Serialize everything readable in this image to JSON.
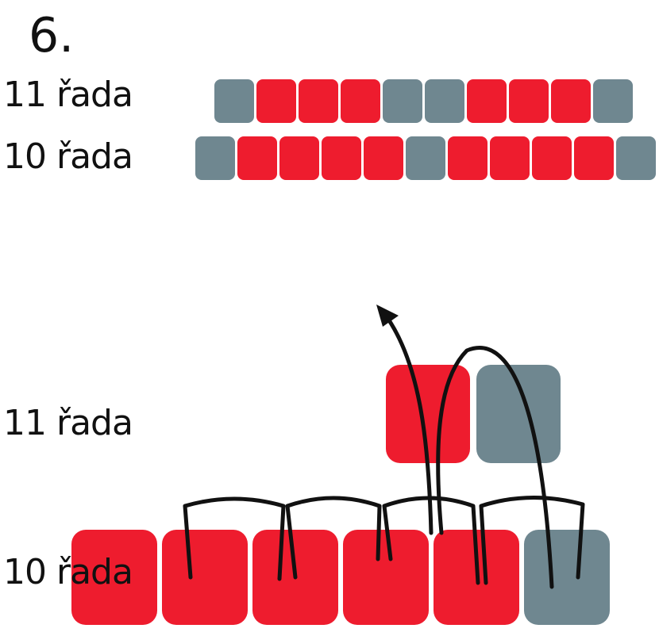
{
  "step": "6.",
  "rows": {
    "row11_label": "11 řada",
    "row10_label": "10 řada"
  },
  "colors": {
    "red": "#ee1c2e",
    "gray": "#6f8790",
    "thread": "#111111"
  },
  "pattern": {
    "row11": [
      "gray",
      "red",
      "red",
      "red",
      "gray",
      "gray",
      "red",
      "red",
      "red",
      "gray"
    ],
    "row10": [
      "gray",
      "red",
      "red",
      "red",
      "red",
      "gray",
      "red",
      "red",
      "red",
      "red",
      "gray"
    ]
  },
  "detail": {
    "row11": [
      "red",
      "gray"
    ],
    "row10": [
      "red",
      "red",
      "red",
      "red",
      "red",
      "gray"
    ]
  }
}
